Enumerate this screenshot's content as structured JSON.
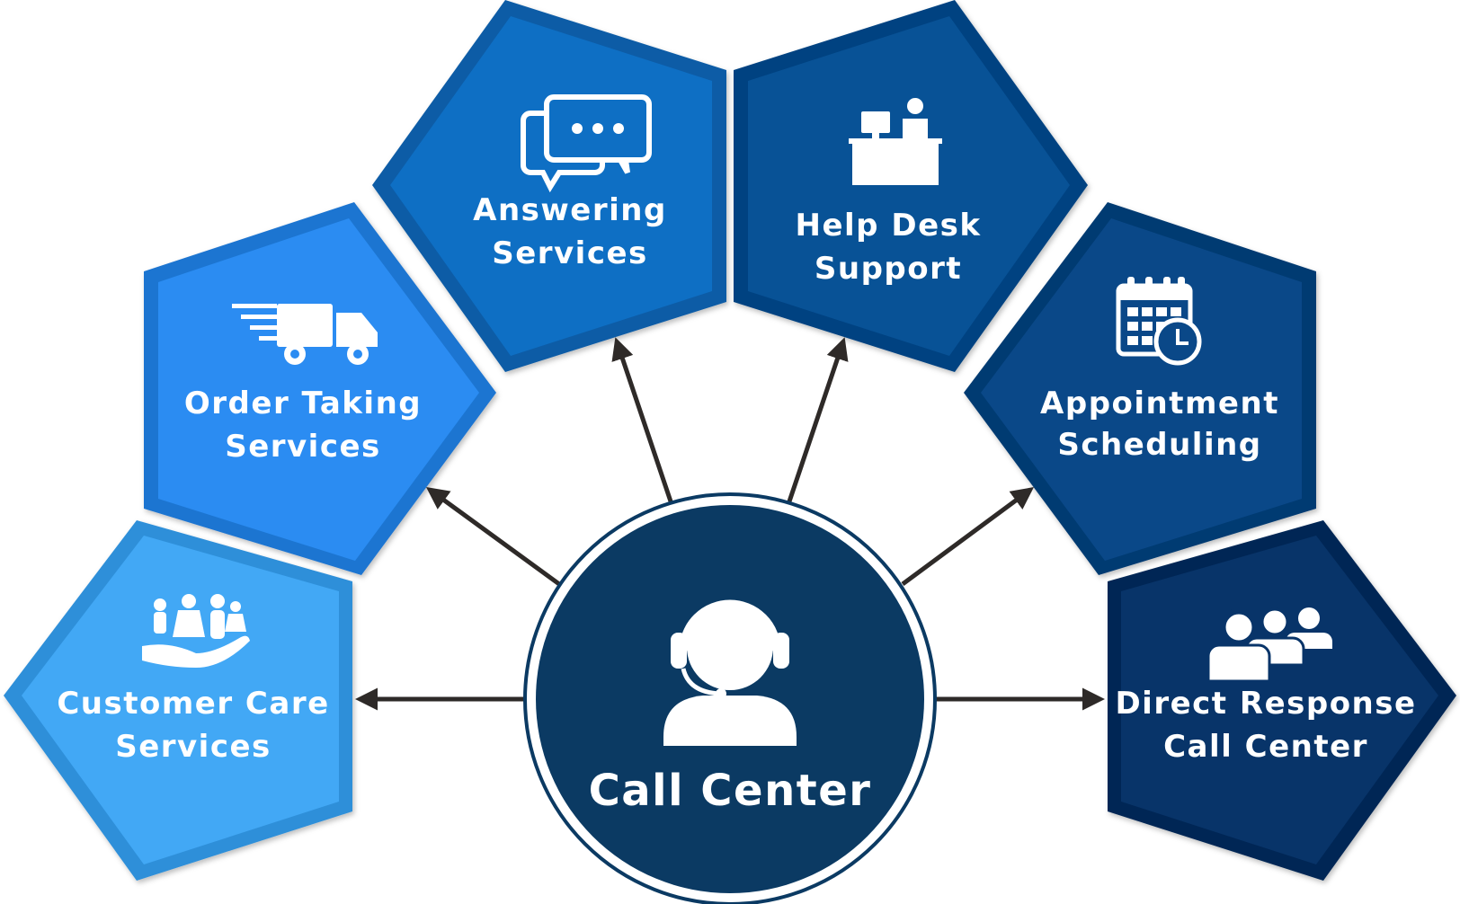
{
  "center": {
    "label": "Call Center",
    "icon": "headset-agent-icon",
    "fill": "#0b3a63"
  },
  "services": [
    {
      "id": "customer-care",
      "line1": "Customer Care",
      "line2": "Services",
      "icon": "family-hand-icon",
      "fill": "#42a8f5",
      "border": "#2f8fd9"
    },
    {
      "id": "order-taking",
      "line1": "Order Taking",
      "line2": "Services",
      "icon": "delivery-truck-icon",
      "fill": "#2b8cf2",
      "border": "#1e74d1"
    },
    {
      "id": "answering",
      "line1": "Answering",
      "line2": "Services",
      "icon": "chat-bubbles-icon",
      "fill": "#0e6fc4",
      "border": "#0a5ba6"
    },
    {
      "id": "help-desk",
      "line1": "Help Desk",
      "line2": "Support",
      "icon": "help-desk-icon",
      "fill": "#085296",
      "border": "#064381"
    },
    {
      "id": "appointment",
      "line1": "Appointment",
      "line2": "Scheduling",
      "icon": "calendar-clock-icon",
      "fill": "#0a4888",
      "border": "#063a72"
    },
    {
      "id": "direct-response",
      "line1": "Direct Response",
      "line2": "Call Center",
      "icon": "agents-group-icon",
      "fill": "#083469",
      "border": "#052854"
    }
  ],
  "arrow_color": "#2e2a28"
}
